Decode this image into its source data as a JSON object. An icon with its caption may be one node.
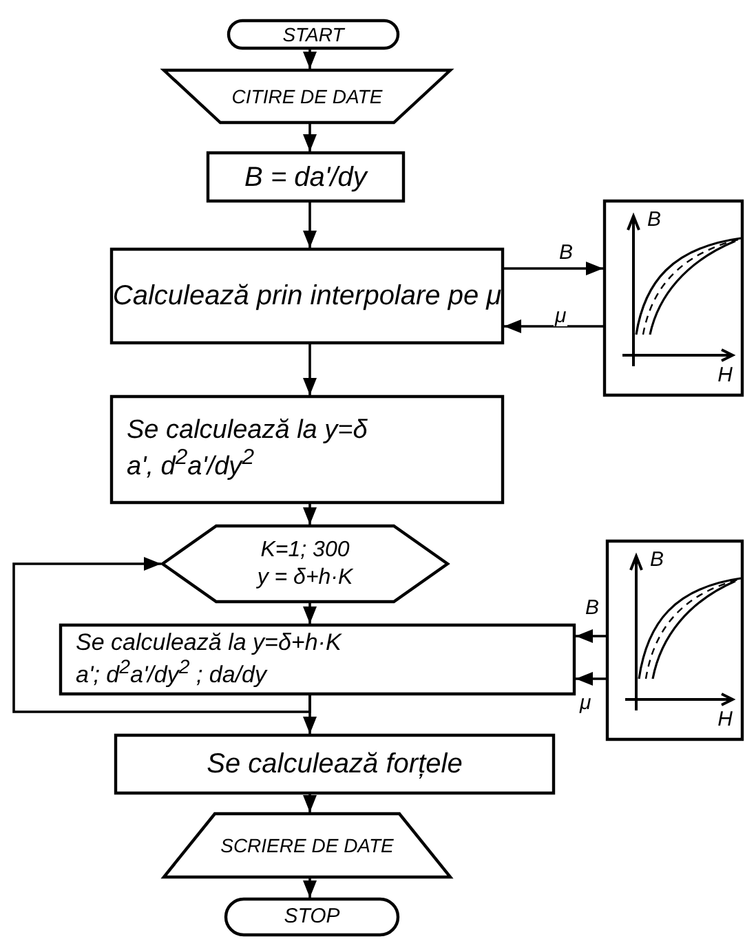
{
  "diagram": {
    "nodes": [
      {
        "text": [
          "START"
        ]
      },
      {
        "text": [
          "CITIRE DE DATE"
        ]
      },
      {
        "text": [
          "B = da'/dy"
        ]
      },
      {
        "text": [
          "Calculează prin interpolare pe μ"
        ]
      },
      {
        "text": [
          "B",
          "H"
        ]
      },
      {
        "text": [
          "Se calculează la y=δ",
          "a', d$^{2}$a'/dy$^{2}$"
        ]
      },
      {
        "text": [
          "K=1; 300",
          "y = δ+h·K"
        ]
      },
      {
        "text": [
          "Se calculează la y=δ+h·K",
          "a'; d$^{2}$a'/dy$^{2}$ ; da/dy"
        ]
      },
      {
        "text": [
          "Se calculează forțele"
        ]
      },
      {
        "text": [
          "SCRIERE DE DATE"
        ]
      },
      {
        "text": [
          "STOP"
        ]
      },
      {
        "text": [
          "B",
          "H"
        ]
      }
    ],
    "edges": [
      {
        "from": 0,
        "to": 1,
        "arrow": "to"
      },
      {
        "from": 1,
        "to": 2,
        "arrow": "to"
      },
      {
        "from": 2,
        "to": 3,
        "arrow": "to"
      },
      {
        "from": 3,
        "to": 4,
        "arrow": "to",
        "label": "B"
      },
      {
        "from": 4,
        "to": 3,
        "arrow": "to",
        "label": "μ"
      },
      {
        "from": 3,
        "to": 5,
        "arrow": "to"
      },
      {
        "from": 5,
        "to": 6,
        "arrow": "to"
      },
      {
        "from": 6,
        "to": 7,
        "arrow": "to"
      },
      {
        "from": 7,
        "to": 6,
        "arrow": "to"
      },
      {
        "from": 11,
        "to": 7,
        "arrow": "to",
        "label": "B"
      },
      {
        "from": 11,
        "to": 7,
        "arrow": "to",
        "label": "μ"
      },
      {
        "from": 7,
        "to": 8,
        "arrow": "to"
      },
      {
        "from": 8,
        "to": 9,
        "arrow": "to"
      },
      {
        "from": 9,
        "to": 10,
        "arrow": "to"
      }
    ]
  }
}
